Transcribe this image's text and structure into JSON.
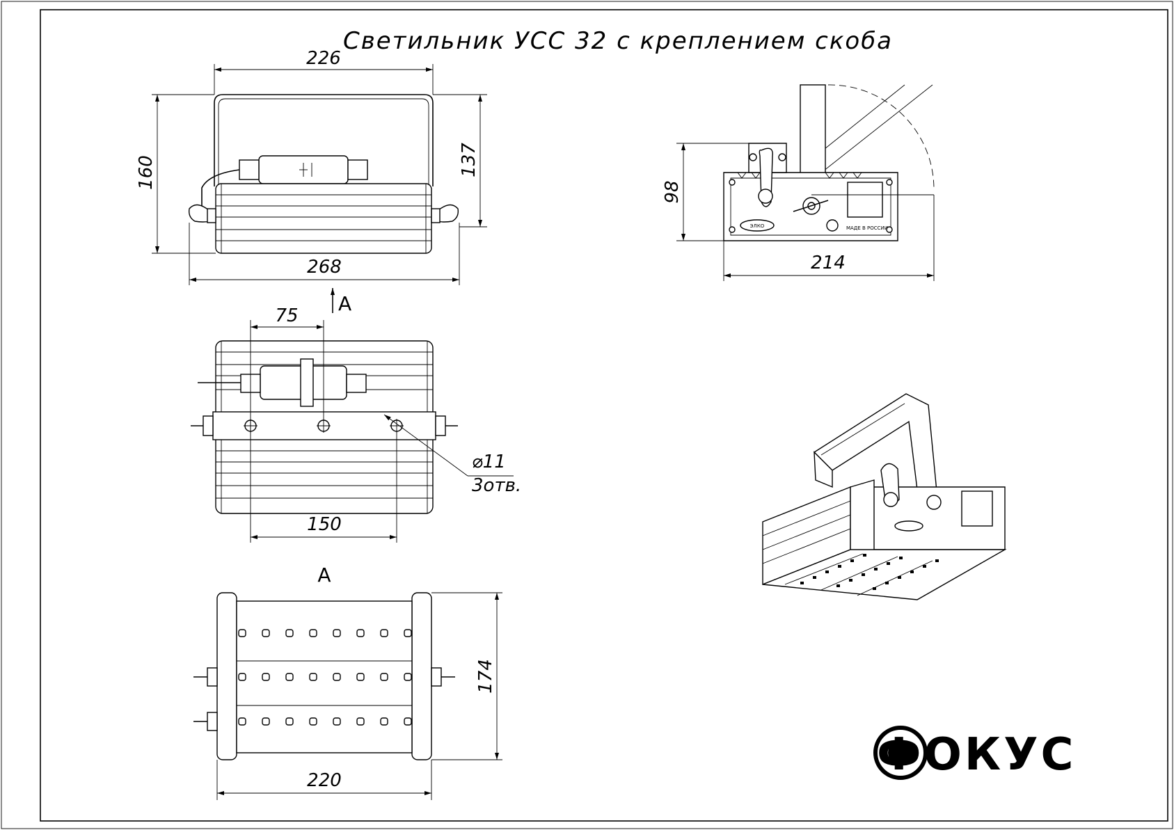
{
  "title": "Светильник УСС 32 с креплением скоба",
  "dimensions": {
    "front_width": "226",
    "front_height": "160",
    "front_height_inner": "137",
    "front_total_width": "268",
    "side_height": "98",
    "side_depth": "214",
    "holes_spacing_small": "75",
    "holes_spacing_large": "150",
    "hole_diameter": "⌀11",
    "hole_count": "3отв.",
    "bottom_width": "220",
    "bottom_depth": "174"
  },
  "view_labels": {
    "arrow_label": "A",
    "view_a_label": "A"
  },
  "logo": {
    "text": "ФОКУС"
  },
  "side_plate_text": {
    "line1": "ЭЛКО",
    "line2": "МАДЕ В РОССИИ"
  }
}
